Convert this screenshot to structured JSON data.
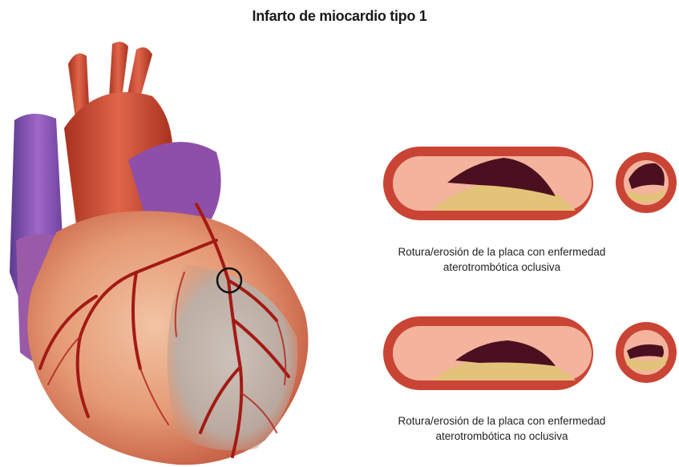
{
  "title": "Infarto de miocardio tipo 1",
  "panels": [
    {
      "caption_line1": "Rotura/erosión de la placa con enfermedad",
      "caption_line2": "aterotrombótica oclusiva",
      "thrombus": "occlusive"
    },
    {
      "caption_line1": "Rotura/erosión de la placa con enfermedad",
      "caption_line2": "aterotrombótica no oclusiva",
      "thrombus": "non-occlusive"
    }
  ],
  "colors": {
    "vessel_wall": "#d44a3c",
    "vessel_lumen": "#f3b39d",
    "plaque": "#e3c27a",
    "thrombus": "#4a1020",
    "heart_muscle": "#d0533a",
    "ischemic_zone": "#b9b3ad",
    "vein": "#8a4bb0",
    "marker": "#111111"
  }
}
